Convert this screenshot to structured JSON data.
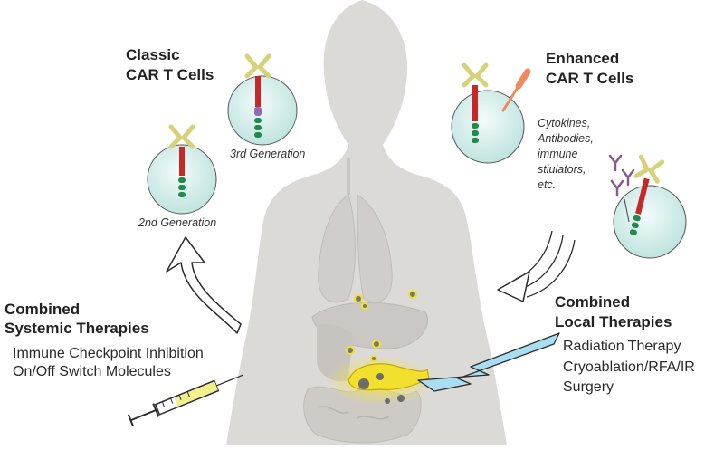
{
  "labels": {
    "classic_line1": "Classic",
    "classic_line2": "CAR T Cells",
    "enhanced_line1": "Enhanced",
    "enhanced_line2": "CAR T Cells",
    "gen2": "2nd Generation",
    "gen3": "3rd Generation",
    "enh_items": [
      "Cytokines,",
      "Antibodies,",
      "immune",
      "stiulators,",
      "etc."
    ],
    "systemic_title1": "Combined",
    "systemic_title2": "Systemic Therapies",
    "systemic_items": [
      "Immune Checkpoint Inhibition",
      "On/Off Switch Molecules"
    ],
    "local_title1": "Combined",
    "local_title2": "Local Therapies",
    "local_items": [
      "Radiation Therapy",
      "Cryoablation/RFA/IR",
      "Surgery"
    ]
  },
  "colors": {
    "body_silhouette": "#d9d7d4",
    "cell_fill": "#d8efec",
    "receptor_red": "#c62828",
    "receptor_green": "#1f8a4c",
    "receptor_purple": "#8e6bb8",
    "antigen_binder": "#d6d27a",
    "tumor_yellow": "#f2e12a",
    "tumor_gray": "#6c6c6c",
    "lightning_blue": "#8fd3ee",
    "antibody_purple": "#8a5a8f",
    "pipette_orange": "#f08a5d"
  }
}
